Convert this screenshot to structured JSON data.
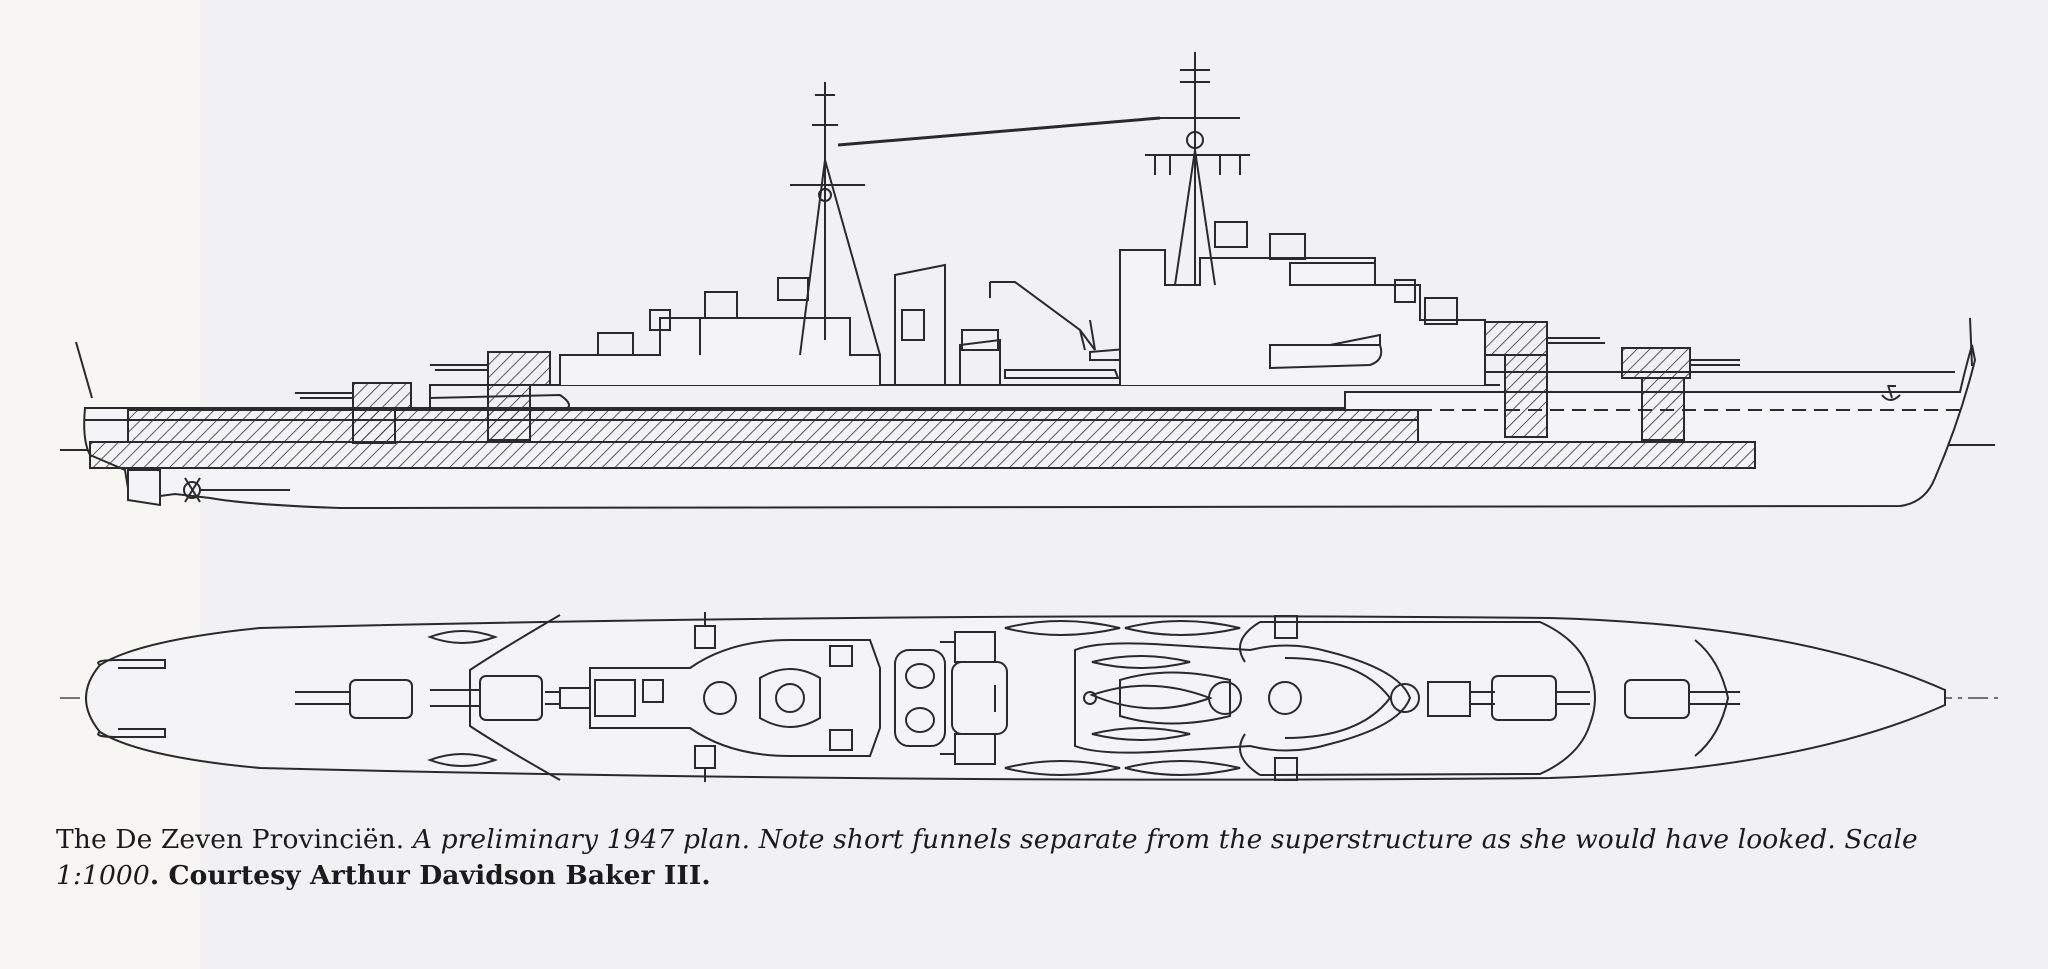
{
  "caption": {
    "ship_name": "The De Zeven Provinciën.",
    "note": " A preliminary 1947 plan. Note short funnels separate from the superstructure as she would have looked. Scale 1:1000",
    "credit": ". Courtesy Arthur Davidson Baker III."
  },
  "colors": {
    "ink": "#2a2a2a",
    "paper": "#f1f1f3",
    "margin": "#f7f6f3"
  }
}
